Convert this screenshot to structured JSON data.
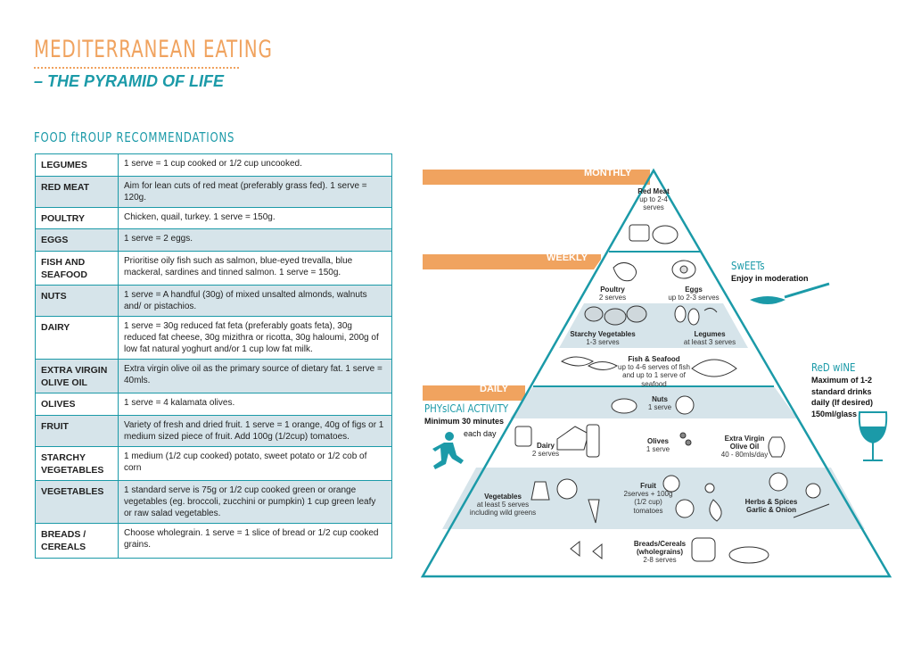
{
  "header": {
    "title": "MEDITERRANEAN  EATING",
    "subtitle": "– THE PYRAMID OF LIFE"
  },
  "section_title": "FOOD  ftROUP  RECOMMENDATIONS",
  "table": [
    {
      "group": "LEGUMES",
      "text": "1 serve = 1 cup cooked or 1/2 cup uncooked."
    },
    {
      "group": "RED MEAT",
      "text": "Aim for lean cuts of red meat (preferably grass fed). 1 serve = 120g."
    },
    {
      "group": "POULTRY",
      "text": "Chicken, quail, turkey. 1 serve = 150g."
    },
    {
      "group": "EGGS",
      "text": "1 serve = 2 eggs."
    },
    {
      "group": "FISH AND SEAFOOD",
      "text": "Prioritise oily fish such as salmon, blue-eyed trevalla, blue mackeral, sardines and tinned salmon. 1 serve = 150g."
    },
    {
      "group": "NUTS",
      "text": "1 serve = A handful (30g) of mixed unsalted almonds, walnuts and/ or pistachios."
    },
    {
      "group": "DAIRY",
      "text": "1 serve = 30g reduced fat feta (preferably goats feta), 30g reduced fat cheese, 30g mizithra or ricotta, 30g haloumi, 200g of low fat natural yoghurt and/or 1 cup low fat milk."
    },
    {
      "group": "EXTRA VIRGIN OLIVE OIL",
      "text": "Extra virgin olive oil as the primary source of dietary fat. 1 serve = 40mls."
    },
    {
      "group": "OLIVES",
      "text": "1 serve = 4 kalamata olives."
    },
    {
      "group": "FRUIT",
      "text": "Variety of fresh and dried fruit. 1 serve = 1 orange, 40g of figs or 1 medium sized piece of fruit. Add 100g (1/2cup) tomatoes."
    },
    {
      "group": "STARCHY VEGETABLES",
      "text": "1 medium (1/2 cup cooked) potato, sweet potato or 1/2 cob of corn"
    },
    {
      "group": "VEGETABLES",
      "text": "1 standard serve is 75g or 1/2 cup cooked green or orange vegetables (eg. broccoli, zucchini or pumpkin) 1 cup green leafy or raw salad vegetables."
    },
    {
      "group": "BREADS / CEREALS",
      "text": "Choose wholegrain. 1 serve = 1 slice of bread or 1/2 cup cooked grains."
    }
  ],
  "pyramid": {
    "bands": {
      "monthly": "MONTHLY",
      "weekly": "WEEKLY",
      "daily": "DAILY"
    },
    "items": {
      "red_meat": {
        "name": "Red Meat",
        "serves": "up to 2-4 serves"
      },
      "poultry": {
        "name": "Poultry",
        "serves": "2 serves"
      },
      "eggs": {
        "name": "Eggs",
        "serves": "up to 2-3 serves"
      },
      "starchy": {
        "name": "Starchy Vegetables",
        "serves": "1-3 serves"
      },
      "legumes": {
        "name": "Legumes",
        "serves": "at least 3 serves"
      },
      "fish": {
        "name": "Fish & Seafood",
        "serves": "up to 4-6 serves of fish and up to 1 serve of seafood"
      },
      "nuts": {
        "name": "Nuts",
        "serves": "1 serve"
      },
      "dairy": {
        "name": "Dairy",
        "serves": "2 serves"
      },
      "olives": {
        "name": "Olives",
        "serves": "1 serve"
      },
      "oil": {
        "name": "Extra Virgin Olive Oil",
        "serves": "40 - 80mls/day"
      },
      "vegetables": {
        "name": "Vegetables",
        "serves": "at least 5 serves including wild greens"
      },
      "fruit": {
        "name": "Fruit",
        "serves": "2serves + 100g (1/2 cup) tomatoes"
      },
      "herbs": {
        "name": "Herbs & Spices Garlic & Onion",
        "serves": ""
      },
      "breads": {
        "name": "Breads/Cereals (wholegrains)",
        "serves": "2-8 serves"
      }
    }
  },
  "side": {
    "sweets_title": "SwEETs",
    "sweets_text": "Enjoy in moderation",
    "wine_title": "ReD wINE",
    "wine_text": "Maximum of 1-2 standard drinks daily (If desired) 150ml/glass",
    "activity_title": "PHYsICAl ACTIVITY",
    "activity_text1": "Minimum 30 minutes",
    "activity_text2": "each day"
  },
  "colors": {
    "orange": "#f0a35f",
    "teal": "#1b9aa8",
    "band": "#d6e4ea"
  }
}
